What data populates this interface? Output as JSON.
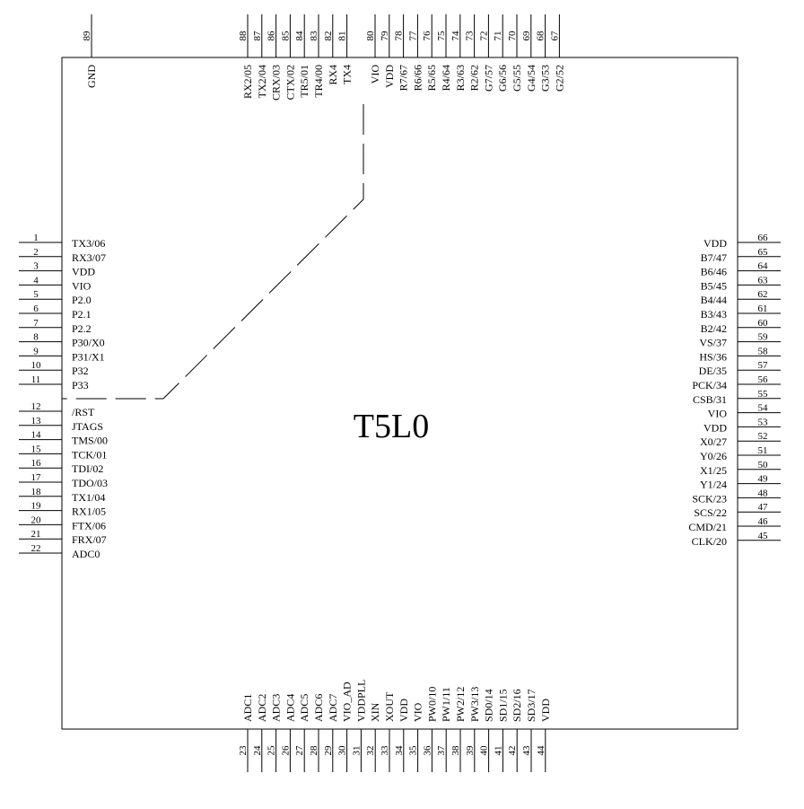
{
  "chip": {
    "name": "T5L0",
    "left_pins": [
      {
        "num": "1",
        "name": "TX3/06"
      },
      {
        "num": "2",
        "name": "RX3/07"
      },
      {
        "num": "3",
        "name": "VDD"
      },
      {
        "num": "4",
        "name": "VIO"
      },
      {
        "num": "5",
        "name": "P2.0"
      },
      {
        "num": "6",
        "name": "P2.1"
      },
      {
        "num": "7",
        "name": "P2.2"
      },
      {
        "num": "8",
        "name": "P30/X0"
      },
      {
        "num": "9",
        "name": "P31/X1"
      },
      {
        "num": "10",
        "name": "P32"
      },
      {
        "num": "11",
        "name": "P33"
      },
      {
        "num": "12",
        "name": "/RST"
      },
      {
        "num": "13",
        "name": "JTAGS"
      },
      {
        "num": "14",
        "name": "TMS/00"
      },
      {
        "num": "15",
        "name": "TCK/01"
      },
      {
        "num": "16",
        "name": "TDI/02"
      },
      {
        "num": "17",
        "name": "TDO/03"
      },
      {
        "num": "18",
        "name": "TX1/04"
      },
      {
        "num": "19",
        "name": "RX1/05"
      },
      {
        "num": "20",
        "name": "FTX/06"
      },
      {
        "num": "21",
        "name": "FRX/07"
      },
      {
        "num": "22",
        "name": "ADC0"
      }
    ],
    "right_pins": [
      {
        "num": "66",
        "name": "VDD"
      },
      {
        "num": "65",
        "name": "B7/47"
      },
      {
        "num": "64",
        "name": "B6/46"
      },
      {
        "num": "63",
        "name": "B5/45"
      },
      {
        "num": "62",
        "name": "B4/44"
      },
      {
        "num": "61",
        "name": "B3/43"
      },
      {
        "num": "60",
        "name": "B2/42"
      },
      {
        "num": "59",
        "name": "VS/37"
      },
      {
        "num": "58",
        "name": "HS/36"
      },
      {
        "num": "57",
        "name": "DE/35"
      },
      {
        "num": "56",
        "name": "PCK/34"
      },
      {
        "num": "55",
        "name": "CSB/31"
      },
      {
        "num": "54",
        "name": "VIO"
      },
      {
        "num": "53",
        "name": "VDD"
      },
      {
        "num": "52",
        "name": "X0/27"
      },
      {
        "num": "51",
        "name": "Y0/26"
      },
      {
        "num": "50",
        "name": "X1/25"
      },
      {
        "num": "49",
        "name": "Y1/24"
      },
      {
        "num": "48",
        "name": "SCK/23"
      },
      {
        "num": "47",
        "name": "SCS/22"
      },
      {
        "num": "46",
        "name": "CMD/21"
      },
      {
        "num": "45",
        "name": "CLK/20"
      }
    ],
    "bottom_pins": [
      {
        "num": "23",
        "name": "ADC1"
      },
      {
        "num": "24",
        "name": "ADC2"
      },
      {
        "num": "25",
        "name": "ADC3"
      },
      {
        "num": "26",
        "name": "ADC4"
      },
      {
        "num": "27",
        "name": "ADC5"
      },
      {
        "num": "28",
        "name": "ADC6"
      },
      {
        "num": "29",
        "name": "ADC7"
      },
      {
        "num": "30",
        "name": "VIO_AD"
      },
      {
        "num": "31",
        "name": "VDDPLL"
      },
      {
        "num": "32",
        "name": "XIN"
      },
      {
        "num": "33",
        "name": "XOUT"
      },
      {
        "num": "34",
        "name": "VDD"
      },
      {
        "num": "35",
        "name": "VIO"
      },
      {
        "num": "36",
        "name": "PW0/10"
      },
      {
        "num": "37",
        "name": "PW1/11"
      },
      {
        "num": "38",
        "name": "PW2/12"
      },
      {
        "num": "39",
        "name": "PW3/13"
      },
      {
        "num": "40",
        "name": "SD0/14"
      },
      {
        "num": "41",
        "name": "SD1/15"
      },
      {
        "num": "42",
        "name": "SD2/16"
      },
      {
        "num": "43",
        "name": "SD3/17"
      },
      {
        "num": "44",
        "name": "VDD"
      }
    ],
    "top_pins_left": [
      {
        "num": "89",
        "name": "GND"
      }
    ],
    "top_pins_mid": [
      {
        "num": "88",
        "name": "RX2/05"
      },
      {
        "num": "87",
        "name": "TX2/04"
      },
      {
        "num": "86",
        "name": "CRX/03"
      },
      {
        "num": "85",
        "name": "CTX/02"
      },
      {
        "num": "84",
        "name": "TR5/01"
      },
      {
        "num": "83",
        "name": "TR4/00"
      },
      {
        "num": "82",
        "name": "RX4"
      },
      {
        "num": "81",
        "name": "TX4"
      }
    ],
    "top_pins_right": [
      {
        "num": "80",
        "name": "VIO"
      },
      {
        "num": "79",
        "name": "VDD"
      },
      {
        "num": "78",
        "name": "R7/67"
      },
      {
        "num": "77",
        "name": "R6/66"
      },
      {
        "num": "76",
        "name": "R5/65"
      },
      {
        "num": "75",
        "name": "R4/64"
      },
      {
        "num": "74",
        "name": "R3/63"
      },
      {
        "num": "73",
        "name": "R2/62"
      },
      {
        "num": "72",
        "name": "G7/57"
      },
      {
        "num": "71",
        "name": "G6/56"
      },
      {
        "num": "70",
        "name": "G5/55"
      },
      {
        "num": "69",
        "name": "G4/54"
      },
      {
        "num": "68",
        "name": "G3/53"
      },
      {
        "num": "67",
        "name": "G2/52"
      }
    ]
  }
}
